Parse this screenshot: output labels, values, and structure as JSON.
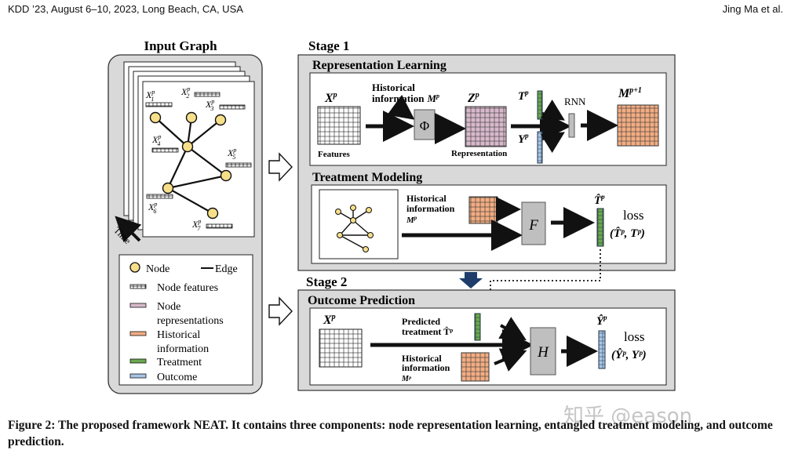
{
  "header": {
    "left": "KDD ’23, August 6–10, 2023, Long Beach, CA, USA",
    "right": "Jing Ma et al."
  },
  "input_graph": {
    "title": "Input Graph",
    "time_label": "Time",
    "nodes": [
      "1",
      "2",
      "3",
      "4",
      "5",
      "6",
      "7"
    ],
    "node_symbol": "X",
    "superscript": "p"
  },
  "legend": {
    "node": "Node",
    "edge": "Edge",
    "node_features": "Node features",
    "node_representations_1": "Node",
    "node_representations_2": "representations",
    "historical_1": "Historical",
    "historical_2": "information",
    "treatment": "Treatment",
    "outcome": "Outcome"
  },
  "stage1": {
    "title": "Stage 1",
    "rep": {
      "title": "Representation Learning",
      "x": "X",
      "x_sup": "p",
      "features": "Features",
      "hist_1": "Historical",
      "hist_2": "information",
      "hist_m": "M",
      "phi": "Φ",
      "z": "Z",
      "representation": "Representation",
      "t": "T",
      "y": "Y",
      "rnn": "RNN",
      "m_next": "M",
      "m_next_sup": "p+1"
    },
    "treat": {
      "title": "Treatment Modeling",
      "hist_1": "Historical",
      "hist_2": "information",
      "hist_m": "M",
      "f": "F",
      "that": "T̂",
      "loss": "loss",
      "loss_args": "(T̂ᵖ, Tᵖ)"
    }
  },
  "stage2": {
    "title": "Stage 2",
    "outcome": {
      "title": "Outcome Prediction",
      "x": "X",
      "pred_1": "Predicted",
      "pred_2": "treatment T̂ᵖ",
      "hist_1": "Historical",
      "hist_2": "information",
      "hist_m": "Mᵖ",
      "h": "H",
      "yhat": "Ŷ",
      "loss": "loss",
      "loss_args": "(Ŷᵖ, Yᵖ)"
    }
  },
  "caption": "Figure 2: The proposed framework NEAT. It contains three components: node representation learning, entangled treatment modeling, and outcome prediction.",
  "watermark": "知乎 @eason",
  "colors": {
    "panel_gray": "#d9d9d9",
    "node_yellow": "#f7df8a",
    "representation": "#d8b9cc",
    "historical": "#f2ad83",
    "treatment": "#6aa84f",
    "outcome": "#a9c4e6",
    "block_gray": "#bfbfbf",
    "stage_arrow": "#1f3d6b"
  }
}
